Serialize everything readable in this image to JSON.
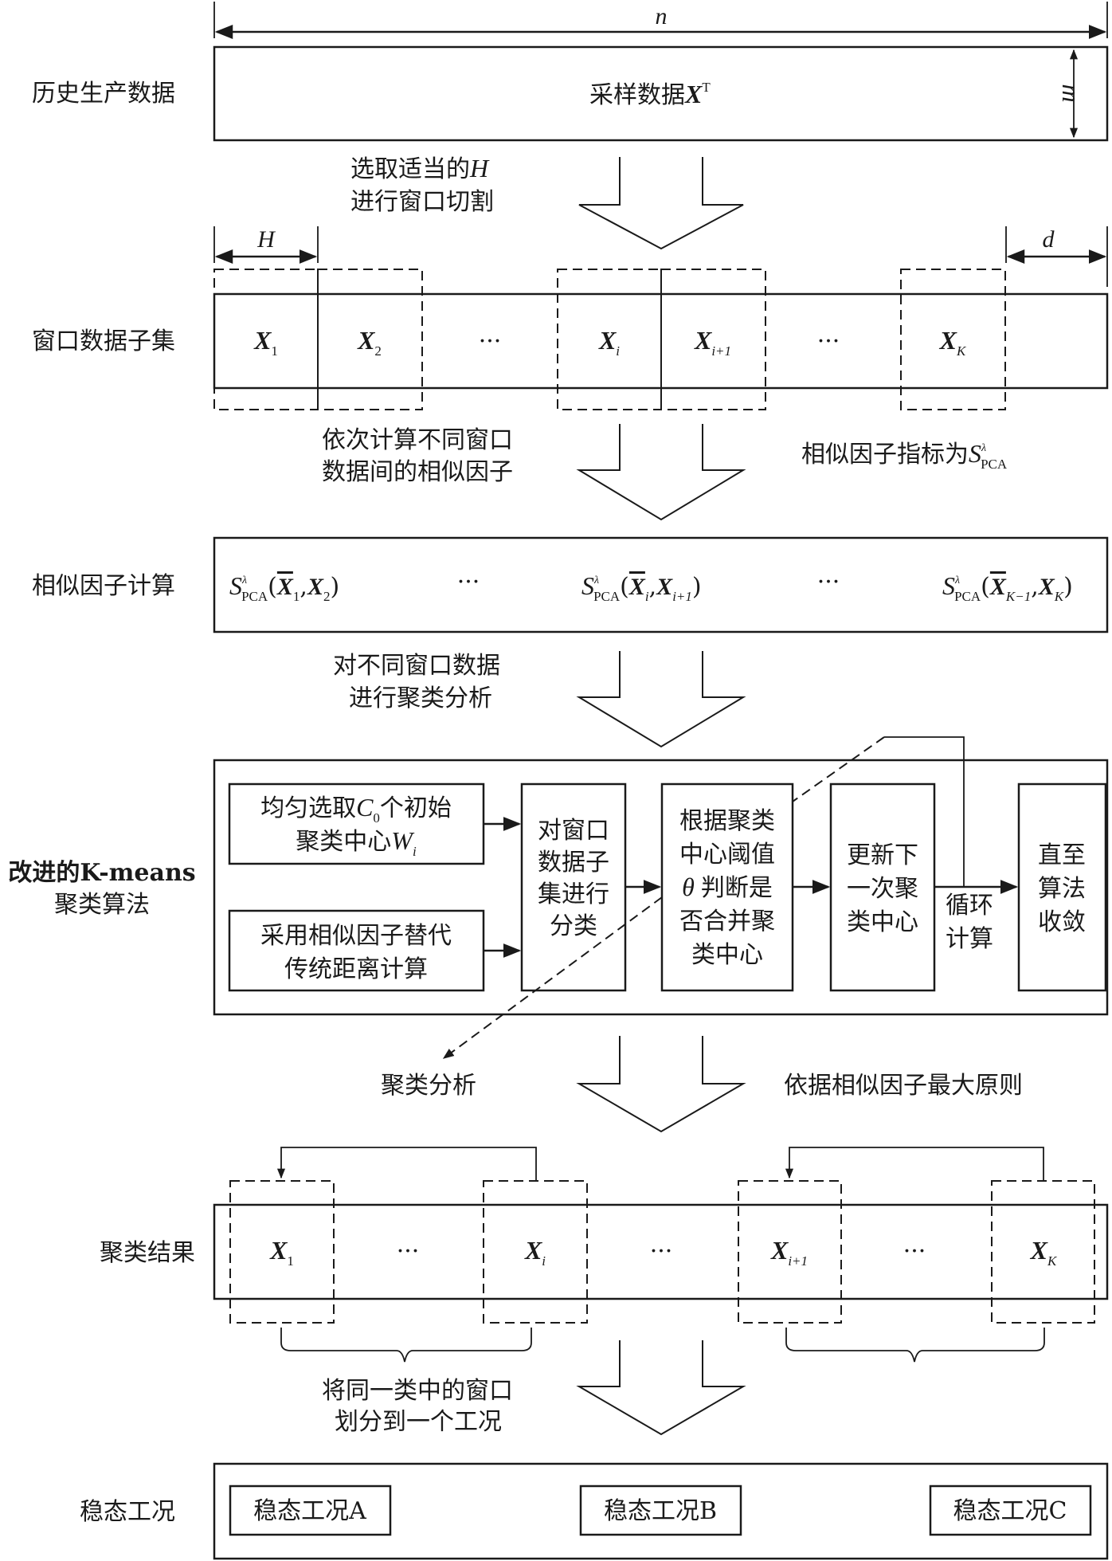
{
  "rows": {
    "history": {
      "label": "历史生产数据",
      "box_text": "采样数据",
      "box_math": "X",
      "box_sup": "T",
      "dim_width": "n",
      "dim_height": "m"
    },
    "arrow1": {
      "line1": "选取适当的",
      "line1_math": "H",
      "line2": "进行窗口切割"
    },
    "windows": {
      "label": "窗口数据子集",
      "dim_window": "H",
      "dim_step": "d",
      "items": [
        {
          "math": "X",
          "sub": "1"
        },
        {
          "math": "X",
          "sub": "2"
        },
        {
          "text": "···"
        },
        {
          "math": "X",
          "sub": "i"
        },
        {
          "math": "X",
          "sub": "i+1"
        },
        {
          "text": "···"
        },
        {
          "math": "X",
          "sub": "K"
        }
      ]
    },
    "arrow2": {
      "line1": "依次计算不同窗口",
      "line2": "数据间的相似因子",
      "side_text": "相似因子指标为",
      "side_math": "S",
      "side_sup": "λ",
      "side_sub": "PCA"
    },
    "similarity": {
      "label": "相似因子计算",
      "symbol": "S",
      "sup": "λ",
      "sub": "PCA",
      "ellipsis": "···",
      "terms": [
        {
          "a": "X",
          "a_sub": "1",
          "b": "X",
          "b_sub": "2"
        },
        {
          "a": "X",
          "a_sub": "i",
          "b": "X",
          "b_sub": "i+1"
        },
        {
          "a": "X",
          "a_sub": "K−1",
          "b": "X",
          "b_sub": "K"
        }
      ]
    },
    "arrow3": {
      "line1": "对不同窗口数据",
      "line2": "进行聚类分析"
    },
    "kmeans": {
      "label_line1": "改进的K-means",
      "label_line2": "聚类算法",
      "init_box": {
        "line1_pre": "均匀选取",
        "line1_math": "C",
        "line1_sub": "0",
        "line1_post": "个初始",
        "line2_pre": "聚类中心",
        "line2_math": "W",
        "line2_sub": "i"
      },
      "distance_box": {
        "line1": "采用相似因子替代",
        "line2": "传统距离计算"
      },
      "classify_box": {
        "lines": [
          "对窗口",
          "数据子",
          "集进行",
          "分类"
        ]
      },
      "merge_box": {
        "lines": [
          "根据聚类",
          "中心阈值",
          "判断是",
          "否合并聚",
          "类中心"
        ],
        "theta": "θ"
      },
      "update_box": {
        "lines": [
          "更新下",
          "一次聚",
          "类中心"
        ]
      },
      "loop_label": {
        "lines": [
          "循环",
          "计算"
        ]
      },
      "converge_box": {
        "lines": [
          "直至",
          "算法",
          "收敛"
        ]
      }
    },
    "arrow4": {
      "left_text": "聚类分析",
      "right_text": "依据相似因子最大原则"
    },
    "clusters": {
      "label": "聚类结果",
      "items": [
        {
          "math": "X",
          "sub": "1"
        },
        {
          "text": "···"
        },
        {
          "math": "X",
          "sub": "i"
        },
        {
          "text": "···"
        },
        {
          "math": "X",
          "sub": "i+1"
        },
        {
          "text": "···"
        },
        {
          "math": "X",
          "sub": "K"
        }
      ]
    },
    "arrow5": {
      "line1": "将同一类中的窗口",
      "line2": "划分到一个工况"
    },
    "steady": {
      "label": "稳态工况",
      "items": [
        "稳态工况A",
        "稳态工况B",
        "稳态工况C"
      ]
    }
  }
}
